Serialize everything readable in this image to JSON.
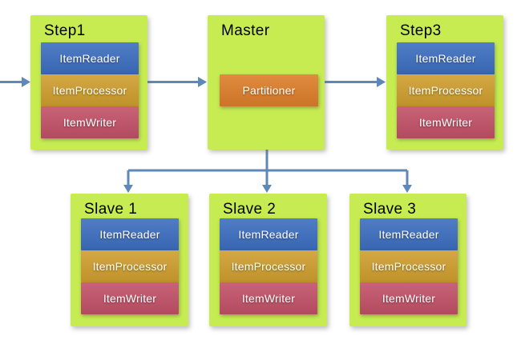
{
  "diagram": {
    "nodes": {
      "step1": {
        "title": "Step1",
        "reader": "ItemReader",
        "processor": "ItemProcessor",
        "writer": "ItemWriter"
      },
      "master": {
        "title": "Master",
        "partitioner": "Partitioner"
      },
      "step3": {
        "title": "Step3",
        "reader": "ItemReader",
        "processor": "ItemProcessor",
        "writer": "ItemWriter"
      },
      "slave1": {
        "title": "Slave 1",
        "reader": "ItemReader",
        "processor": "ItemProcessor",
        "writer": "ItemWriter"
      },
      "slave2": {
        "title": "Slave 2",
        "reader": "ItemReader",
        "processor": "ItemProcessor",
        "writer": "ItemWriter"
      },
      "slave3": {
        "title": "Slave 3",
        "reader": "ItemReader",
        "processor": "ItemProcessor",
        "writer": "ItemWriter"
      }
    },
    "colors": {
      "node_background": "#c6ec52",
      "reader": "#3d6ec0",
      "processor": "#cf9e2e",
      "writer": "#c25167",
      "partitioner": "#dd7e2a",
      "arrow": "#5f88ba",
      "title_text": "#000000",
      "component_text": "#ffffff"
    }
  }
}
